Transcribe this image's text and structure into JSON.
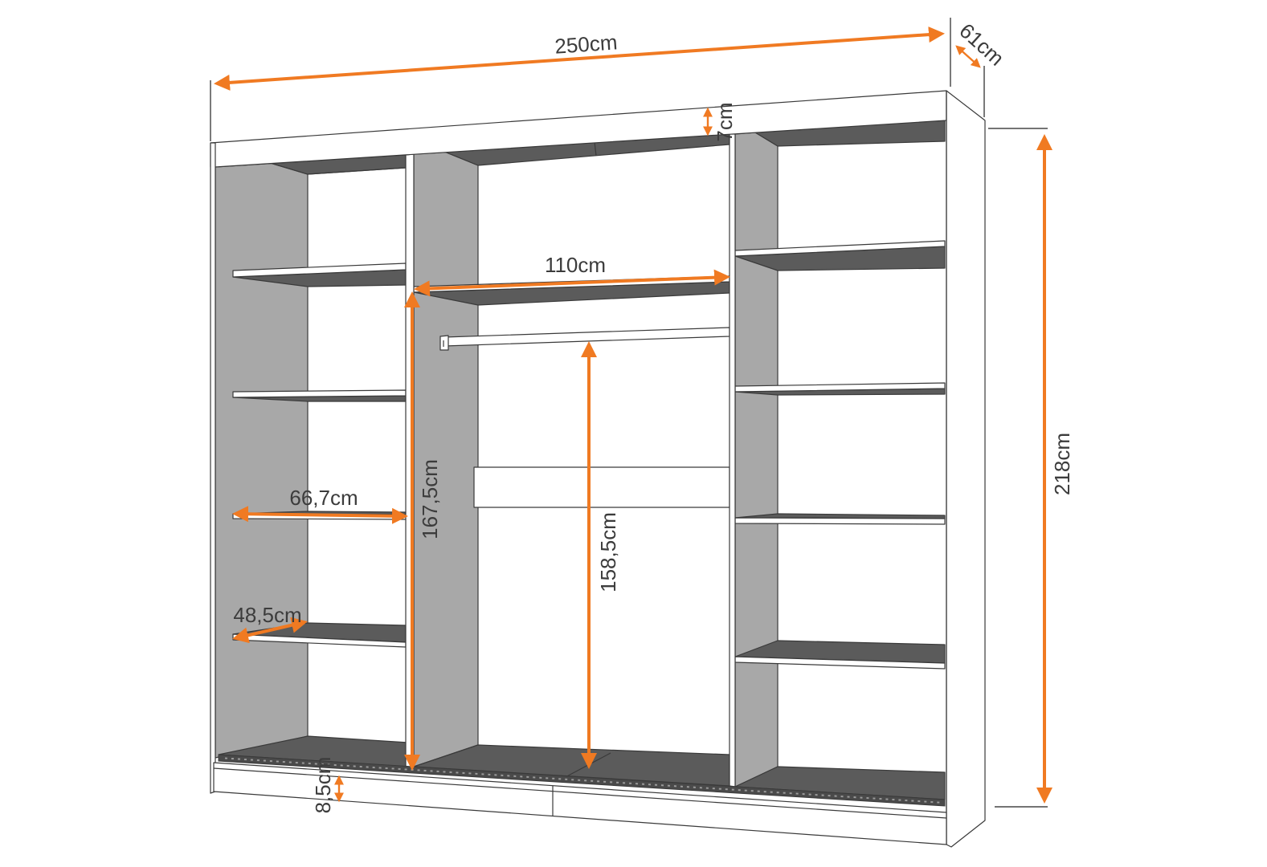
{
  "diagram": {
    "labels": {
      "width": "250cm",
      "depth": "61cm",
      "top_panel": "7cm",
      "rail_shelf_width": "110cm",
      "height": "218cm",
      "center_clearance": "167,5cm",
      "rail_height": "158,5cm",
      "shelf_width": "66,7cm",
      "shelf_depth": "48,5cm",
      "plinth": "8,5cm"
    },
    "colors": {
      "arrow": "#f07a22",
      "panel_face": "#a8a8a8",
      "shelf_surface": "#5b5b5b",
      "outline": "#3a3a3a",
      "text": "#3c3c3c"
    }
  }
}
